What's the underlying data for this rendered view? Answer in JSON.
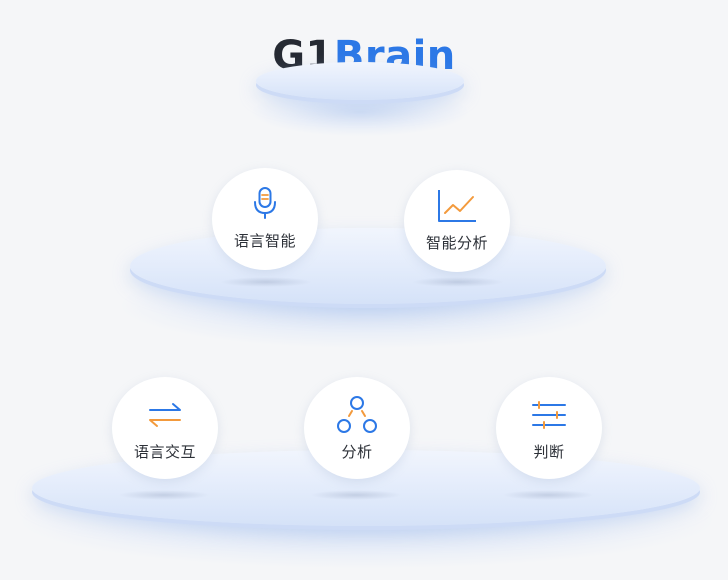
{
  "logo": {
    "part1": "G1",
    "part2": "Brain"
  },
  "tier1": [
    {
      "label": "语言智能",
      "icon": "microphone-icon"
    },
    {
      "label": "智能分析",
      "icon": "line-chart-icon"
    }
  ],
  "tier2": [
    {
      "label": "语言交互",
      "icon": "swap-arrows-icon"
    },
    {
      "label": "分析",
      "icon": "node-graph-icon"
    },
    {
      "label": "判断",
      "icon": "sliders-icon"
    }
  ],
  "colors": {
    "blue": "#2c78e6",
    "orange": "#f39a3c",
    "dark": "#262a33"
  }
}
